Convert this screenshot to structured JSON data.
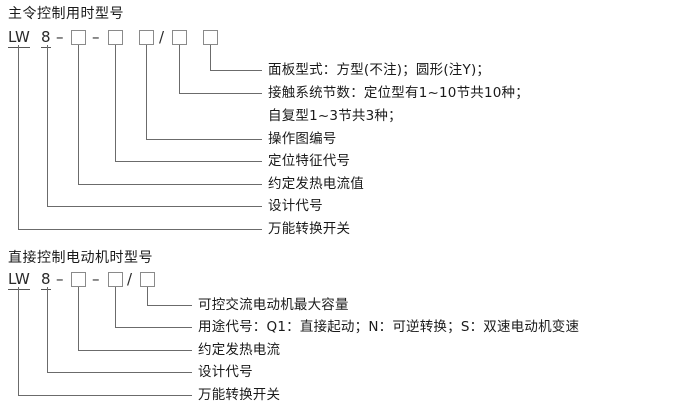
{
  "diagram": {
    "title_top": "主令控制用时型号",
    "title_bottom": "直接控制电动机时型号",
    "colors": {
      "text": "#1a1a1a",
      "line": "#6b6b6b",
      "box_border": "#8a8a8a",
      "background": "#ffffff"
    }
  },
  "top_section": {
    "code": {
      "prefix": "LW",
      "series": "8",
      "dash1": "–",
      "dash2": "–",
      "slash": "/"
    },
    "descriptions": [
      {
        "text": "面板型式：方型(不注)；圆形(注Y)；"
      },
      {
        "text": "接触系统节数：定位型有1~10节共10种；"
      },
      {
        "text": "自复型1~3节共3种；"
      },
      {
        "text": "操作图编号"
      },
      {
        "text": "定位特征代号"
      },
      {
        "text": "约定发热电流值"
      },
      {
        "text": "设计代号"
      },
      {
        "text": "万能转换开关"
      }
    ]
  },
  "bottom_section": {
    "code": {
      "prefix": "LW",
      "series": "8",
      "dash1": "–",
      "dash2": "–",
      "slash": "/"
    },
    "descriptions": [
      {
        "text": "可控交流电动机最大容量"
      },
      {
        "text": "用途代号：Q1：直接起动；N：可逆转换；S：双速电动机变速"
      },
      {
        "text": "约定发热电流"
      },
      {
        "text": "设计代号"
      },
      {
        "text": "万能转换开关"
      }
    ]
  }
}
